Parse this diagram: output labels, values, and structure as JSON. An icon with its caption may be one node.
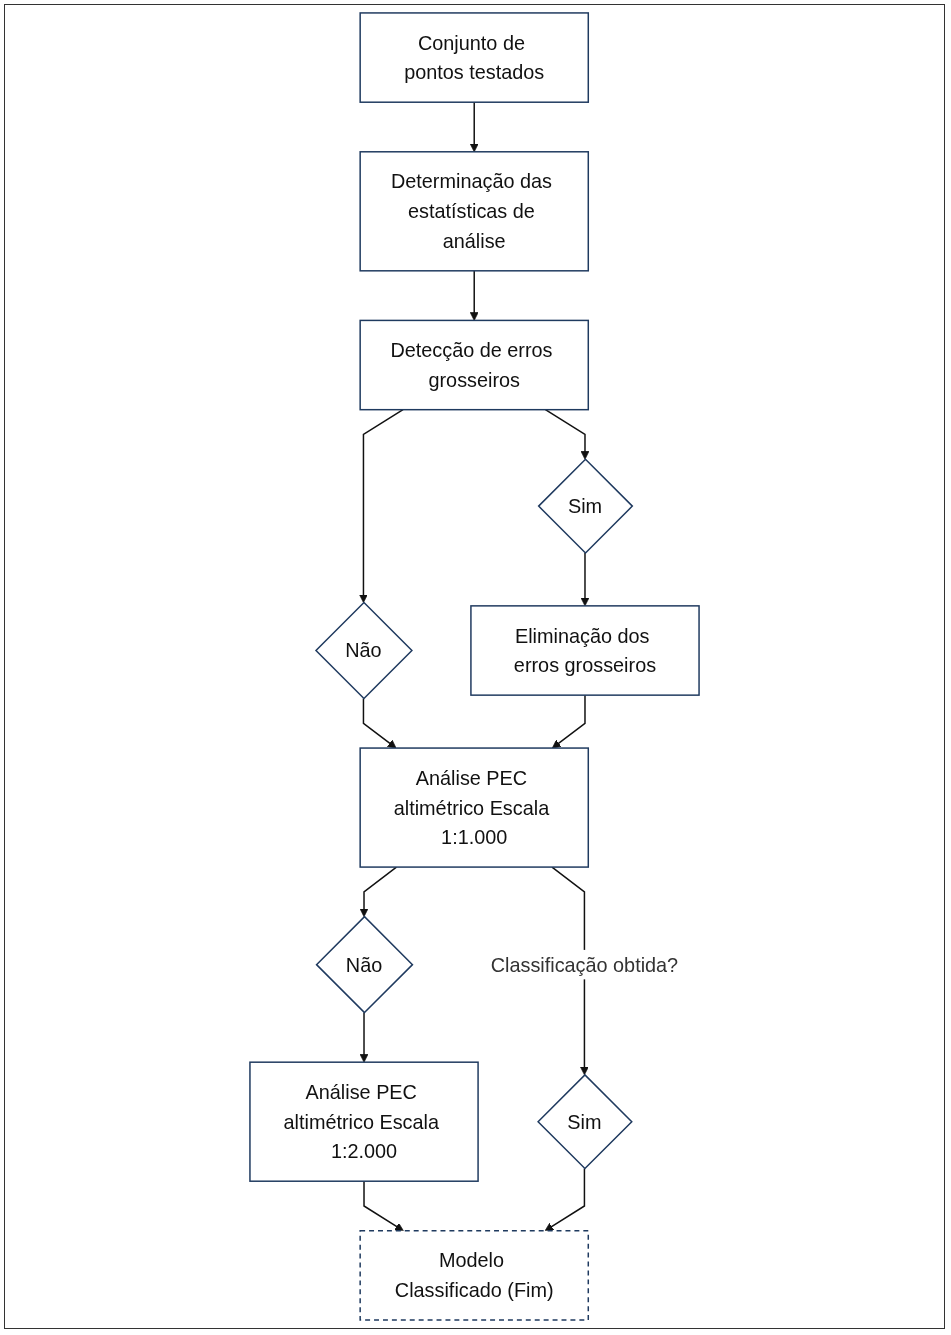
{
  "diagram": {
    "nodes": [
      {
        "text": [
          "Conjunto de pontos testados"
        ]
      },
      {
        "text": [
          "Determinação das estatísticas de análise"
        ]
      },
      {
        "text": [
          "Detecção de erros grosseiros"
        ]
      },
      {
        "text": [
          "Não"
        ]
      },
      {
        "text": [
          "Sim"
        ]
      },
      {
        "text": [
          "Eliminação dos erros grosseiros"
        ]
      },
      {
        "text": [
          "Análise PEC altimétrico Escala 1:1.000"
        ]
      },
      {
        "text": [
          "Não"
        ]
      },
      {
        "text": [
          "Sim"
        ]
      },
      {
        "text": [
          "Análise PEC altimétrico Escala 1:2.000"
        ]
      },
      {
        "text": [
          "Modelo Classificado (Fim)"
        ]
      }
    ],
    "edges": [
      {
        "from": 0,
        "to": 1,
        "arrow": "to"
      },
      {
        "from": 1,
        "to": 2,
        "arrow": "to"
      },
      {
        "from": 2,
        "to": 3,
        "arrow": "to"
      },
      {
        "from": 2,
        "to": 4,
        "arrow": "to"
      },
      {
        "from": 4,
        "to": 5,
        "arrow": "to"
      },
      {
        "from": 3,
        "to": 6,
        "arrow": "to"
      },
      {
        "from": 5,
        "to": 6,
        "arrow": "to"
      },
      {
        "from": 6,
        "to": 7,
        "arrow": "to"
      },
      {
        "from": 6,
        "to": 8,
        "arrow": "to",
        "label": "Classificação obtida?"
      },
      {
        "from": 7,
        "to": 9,
        "arrow": "to"
      },
      {
        "from": 9,
        "to": 10,
        "arrow": "to"
      },
      {
        "from": 8,
        "to": 10,
        "arrow": "to"
      }
    ]
  }
}
